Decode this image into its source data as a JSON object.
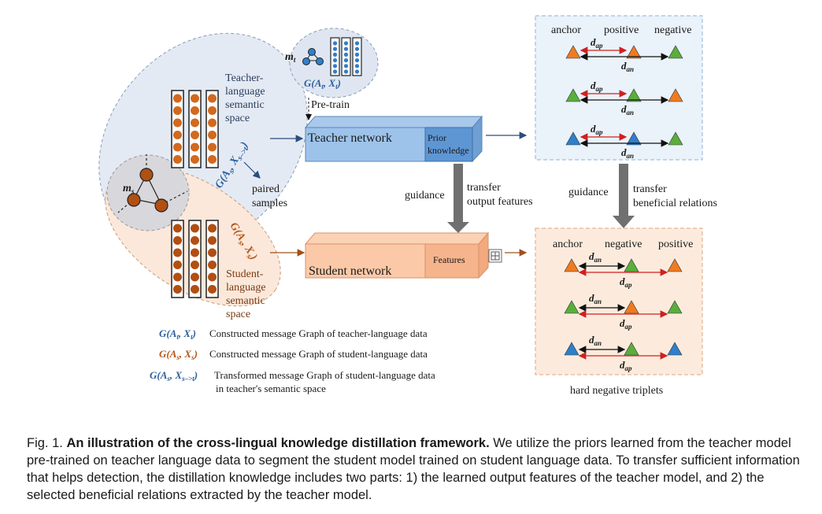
{
  "teacher_space": {
    "label_lines": [
      "Teacher-",
      "language",
      "semantic",
      "space"
    ],
    "graph_label": "G(A_s, X_s->t)"
  },
  "student_space": {
    "label_lines": [
      "Student-",
      "language",
      "semantic",
      "space"
    ],
    "graph_label": "G(A_s, X_s)"
  },
  "shared": {
    "node_label": "m_s",
    "paired_samples_lines": [
      "paired",
      "samples"
    ]
  },
  "pretrain": {
    "node_label": "m_t",
    "graph_label": "G(A_t, X_t)",
    "label": "Pre-train"
  },
  "teacher_network": {
    "label": "Teacher network",
    "prior_lines": [
      "Prior",
      "knowledge"
    ]
  },
  "student_network": {
    "label": "Student network",
    "features_label": "Features"
  },
  "transfer_features": {
    "guidance": "guidance",
    "transfer_lines": [
      "transfer",
      "output features"
    ]
  },
  "transfer_relations": {
    "guidance": "guidance",
    "transfer_lines": [
      "transfer",
      "beneficial relations"
    ]
  },
  "teacher_triplets": {
    "headers": [
      "anchor",
      "positive",
      "negative"
    ],
    "d_ap": "d_ap",
    "d_an": "d_an"
  },
  "student_triplets": {
    "headers": [
      "anchor",
      "negative",
      "positive"
    ],
    "d_ap": "d_ap",
    "d_an": "d_an",
    "footer": "hard negative triplets"
  },
  "legend": [
    {
      "symbol": "G(A_t, X_t)",
      "text": "Constructed message Graph of teacher-language data",
      "color": "#2e5f9e"
    },
    {
      "symbol": "G(A_s, X_s)",
      "text": "Constructed message Graph of student-language data",
      "color": "#b5561d"
    },
    {
      "symbol": "G(A_s, X_s->t)",
      "text": "Transformed message Graph of student-language data",
      "text2": "in teacher's semantic space",
      "color": "#2e5f9e"
    }
  ],
  "caption": {
    "prefix": "Fig. 1.",
    "title": "An illustration of the cross-lingual knowledge distillation framework.",
    "body": "We utilize the priors learned from the teacher model pre-trained on teacher language data to segment the student model trained on student language data. To transfer sufficient information that helps detection, the distillation knowledge includes two parts: 1) the learned output features of the teacher model, and 2) the selected beneficial relations extracted by the teacher model."
  },
  "colors": {
    "blue_node": "#2f7fc9",
    "orange_node": "#d2691e",
    "brown_node": "#b24f12",
    "triangle_orange": "#ee7b22",
    "triangle_green": "#5aae3c",
    "triangle_blue": "#2f7fc9",
    "red_arrow": "#d11f1f"
  }
}
